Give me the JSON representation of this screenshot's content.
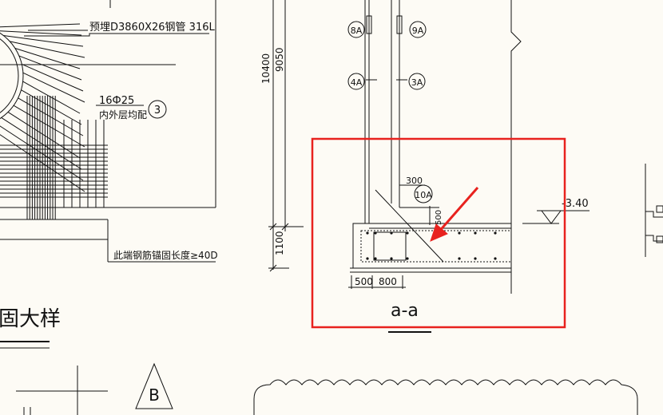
{
  "labels": {
    "embedded_pipe": "预埋D3860X26钢管  316L",
    "rebar_spec": "16Ф25",
    "rebar_note": "内外层均配",
    "rebar_tag": "3",
    "anchor_note": "此端钢筋锚固长度≥40D",
    "detail_title_partial": "固大样",
    "tag_b": "B",
    "tag_8a": "8A",
    "tag_9a": "9A",
    "tag_4a": "4A",
    "tag_3a": "3A",
    "tag_10a": "10A",
    "dim_10400": "10400",
    "dim_9050": "9050",
    "dim_1100": "1100",
    "dim_300": "300",
    "dim_500v": "500",
    "dim_500": "500",
    "dim_800": "800",
    "elevation": "-3.40",
    "section_title": "a-a"
  },
  "colors": {
    "background": "#fdfbf5",
    "line": "#111111",
    "highlight": "#e8221e"
  }
}
